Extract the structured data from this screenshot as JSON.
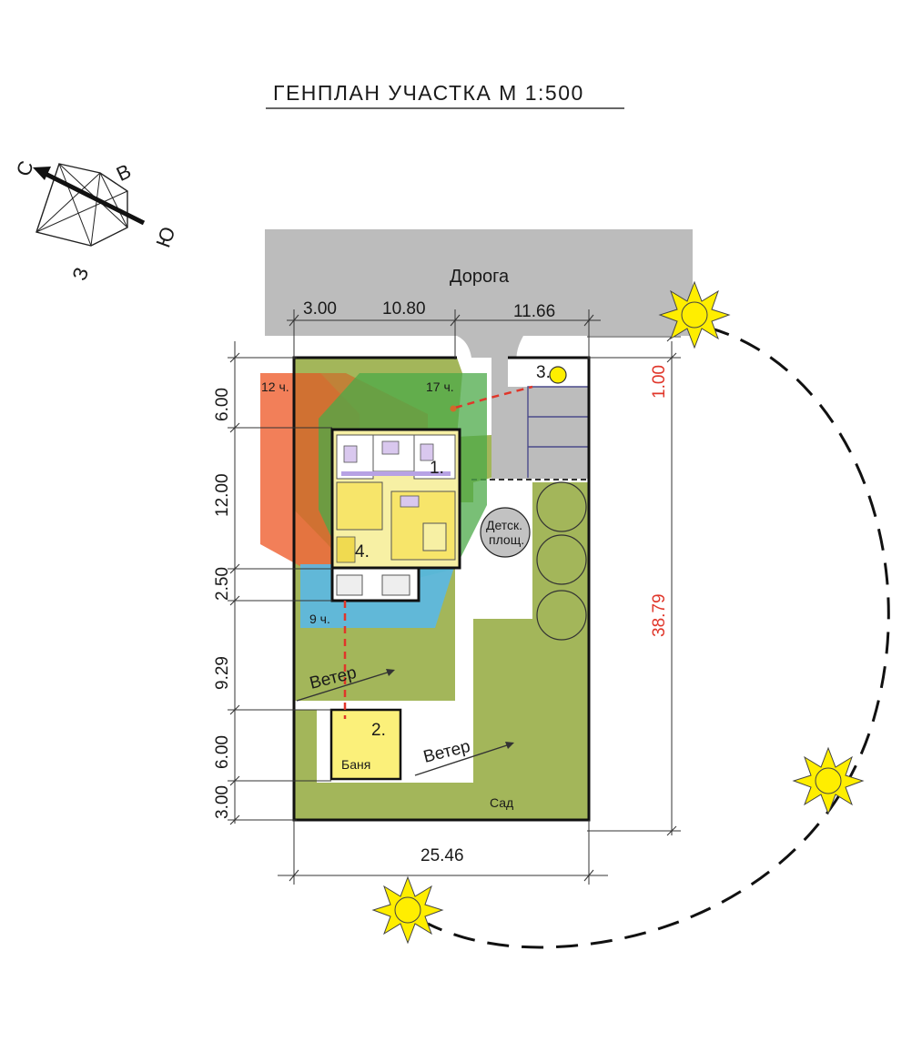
{
  "title": "ГЕНПЛАН  УЧАСТКА  М 1:500",
  "compass": {
    "north": "С",
    "east": "В",
    "south": "Ю",
    "west": "З"
  },
  "road_label": "Дорога",
  "top_dims": [
    "3.00",
    "10.80",
    "11.66"
  ],
  "left_dims": [
    "6.00",
    "12.00",
    "2.50",
    "9.29",
    "6.00",
    "3.00"
  ],
  "right_dims": [
    "1.00",
    "38.79"
  ],
  "bottom_dim": "25.46",
  "sun_times": {
    "t12": "12 ч.",
    "t17": "17 ч.",
    "t9": "9 ч."
  },
  "buildings": {
    "house_num": "1.",
    "house_part_num": "4.",
    "bath_num": "2.",
    "bath_label": "Баня",
    "parking_num": "3."
  },
  "playground": {
    "line1": "Детск.",
    "line2": "площ."
  },
  "wind": [
    "Ветер",
    "Ветер"
  ],
  "garden": "Сад",
  "colors": {
    "lawn": "#a3b65a",
    "road": "#bcbcbc",
    "sun_fill": "#ffee00",
    "sector_red": "#f0683c",
    "sector_orange": "#d0702a",
    "sector_green": "#4caa48",
    "sector_blue": "#5ab8e6",
    "bath": "#fbf07a",
    "accent_red": "#e0362a"
  }
}
